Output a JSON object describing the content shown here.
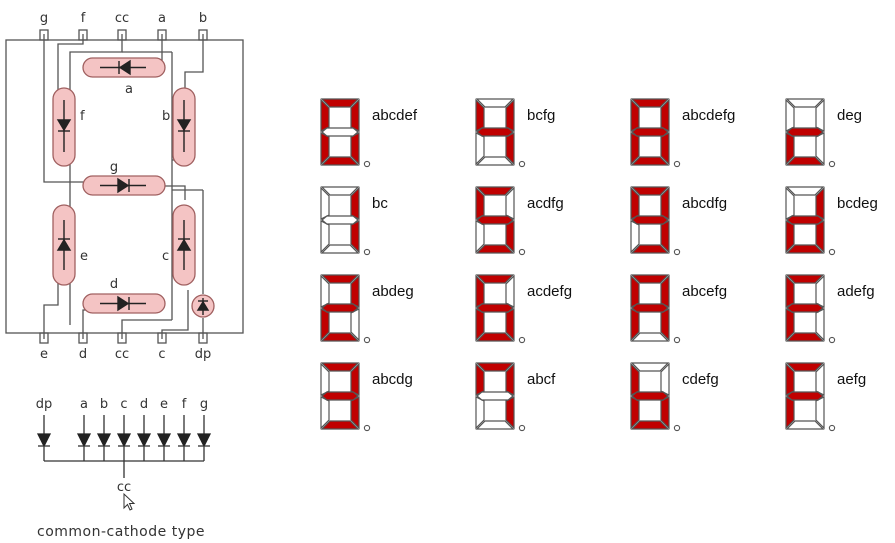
{
  "top_pins": [
    "g",
    "f",
    "cc",
    "a",
    "b"
  ],
  "bottom_pins": [
    "e",
    "d",
    "cc",
    "c",
    "dp"
  ],
  "segment_labels": [
    "a",
    "b",
    "c",
    "d",
    "e",
    "f",
    "g"
  ],
  "cathode_labels": [
    "dp",
    "a",
    "b",
    "c",
    "d",
    "e",
    "f",
    "g"
  ],
  "cathode_common": "cc",
  "caption": "common-cathode type",
  "colors": {
    "on": "#c00000",
    "off": "#ffffff",
    "stroke": "#555555",
    "led": "#f4c4c4",
    "ledStroke": "#a06060"
  },
  "digits": [
    {
      "label": "abcdef",
      "on": "abcdef"
    },
    {
      "label": "bcfg",
      "on": "bcfg"
    },
    {
      "label": "abcdefg",
      "on": "abcdefg"
    },
    {
      "label": "deg",
      "on": "deg"
    },
    {
      "label": "bc",
      "on": "bc"
    },
    {
      "label": "acdfg",
      "on": "acdfg"
    },
    {
      "label": "abcdfg",
      "on": "abcdfg"
    },
    {
      "label": "bcdeg",
      "on": "bcdeg"
    },
    {
      "label": "abdeg",
      "on": "abdeg"
    },
    {
      "label": "acdefg",
      "on": "acdefg"
    },
    {
      "label": "abcefg",
      "on": "abcefg"
    },
    {
      "label": "adefg",
      "on": "adefg"
    },
    {
      "label": "abcdg",
      "on": "abcdg"
    },
    {
      "label": "abcf",
      "on": "abcf"
    },
    {
      "label": "cdefg",
      "on": "cdefg"
    },
    {
      "label": "aefg",
      "on": "aefg"
    }
  ]
}
